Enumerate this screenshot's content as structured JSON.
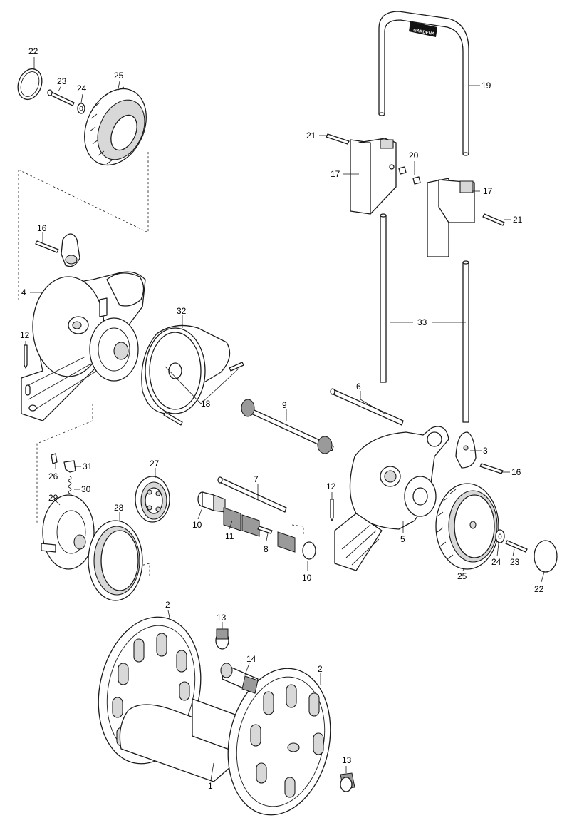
{
  "brand_logo_text": "GARDENA",
  "callouts": {
    "c22a": "22",
    "c23a": "23",
    "c24a": "24",
    "c25a": "25",
    "c19": "19",
    "c21a": "21",
    "c17a": "17",
    "c20": "20",
    "c17b": "17",
    "c21b": "21",
    "c16a": "16",
    "c4": "4",
    "c12a": "12",
    "c32": "32",
    "c18": "18",
    "c33": "33",
    "c6": "6",
    "c9": "9",
    "c3": "3",
    "c16b": "16",
    "c26": "26",
    "c31": "31",
    "c30": "30",
    "c27": "27",
    "c29": "29",
    "c28": "28",
    "c7": "7",
    "c12b": "12",
    "c10a": "10",
    "c11": "11",
    "c8": "8",
    "c10b": "10",
    "c5": "5",
    "c24b": "24",
    "c23b": "23",
    "c25b": "25",
    "c22b": "22",
    "c2a": "2",
    "c13a": "13",
    "c14": "14",
    "c2b": "2",
    "c1": "1",
    "c13b": "13"
  }
}
